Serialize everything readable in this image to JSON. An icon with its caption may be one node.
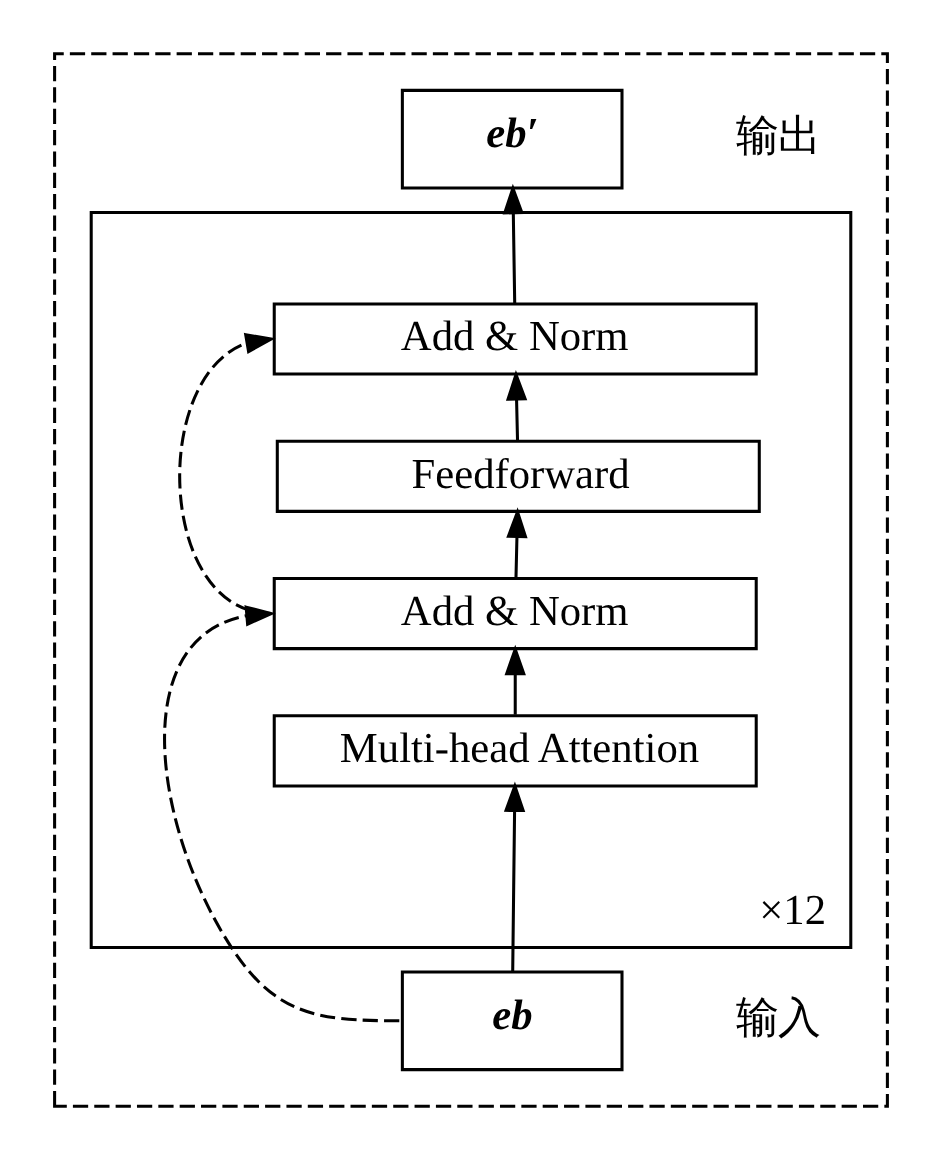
{
  "diagram": {
    "nodes": [
      {
        "text": [],
        "shape": "box"
      },
      {
        "text": [
          "eb′"
        ],
        "in": 0
      },
      {
        "text": [],
        "shape": "box",
        "beside": [
          "×12"
        ],
        "in": 0
      },
      {
        "text": [
          "Add & Norm"
        ],
        "in": 2
      },
      {
        "text": [
          "Feedforward"
        ],
        "in": 2
      },
      {
        "text": [
          "Add & Norm"
        ],
        "in": 2
      },
      {
        "text": [
          "Multi-head Attention"
        ],
        "in": 2
      },
      {
        "text": [
          "eb"
        ],
        "in": 0
      }
    ],
    "edges": [
      {
        "from": 7,
        "to": 6,
        "arrow": "to"
      },
      {
        "from": 6,
        "to": 5,
        "arrow": "to"
      },
      {
        "from": 5,
        "to": 4,
        "arrow": "to"
      },
      {
        "from": 4,
        "to": 3,
        "arrow": "to"
      },
      {
        "from": 3,
        "to": 1,
        "arrow": "to"
      },
      {
        "from": 7,
        "to": 5,
        "arrow": "to",
        "style": "dashed"
      },
      {
        "from": 5,
        "to": 3,
        "arrow": "to",
        "style": "dashed"
      }
    ],
    "labels": [
      "输出",
      "输入"
    ]
  }
}
